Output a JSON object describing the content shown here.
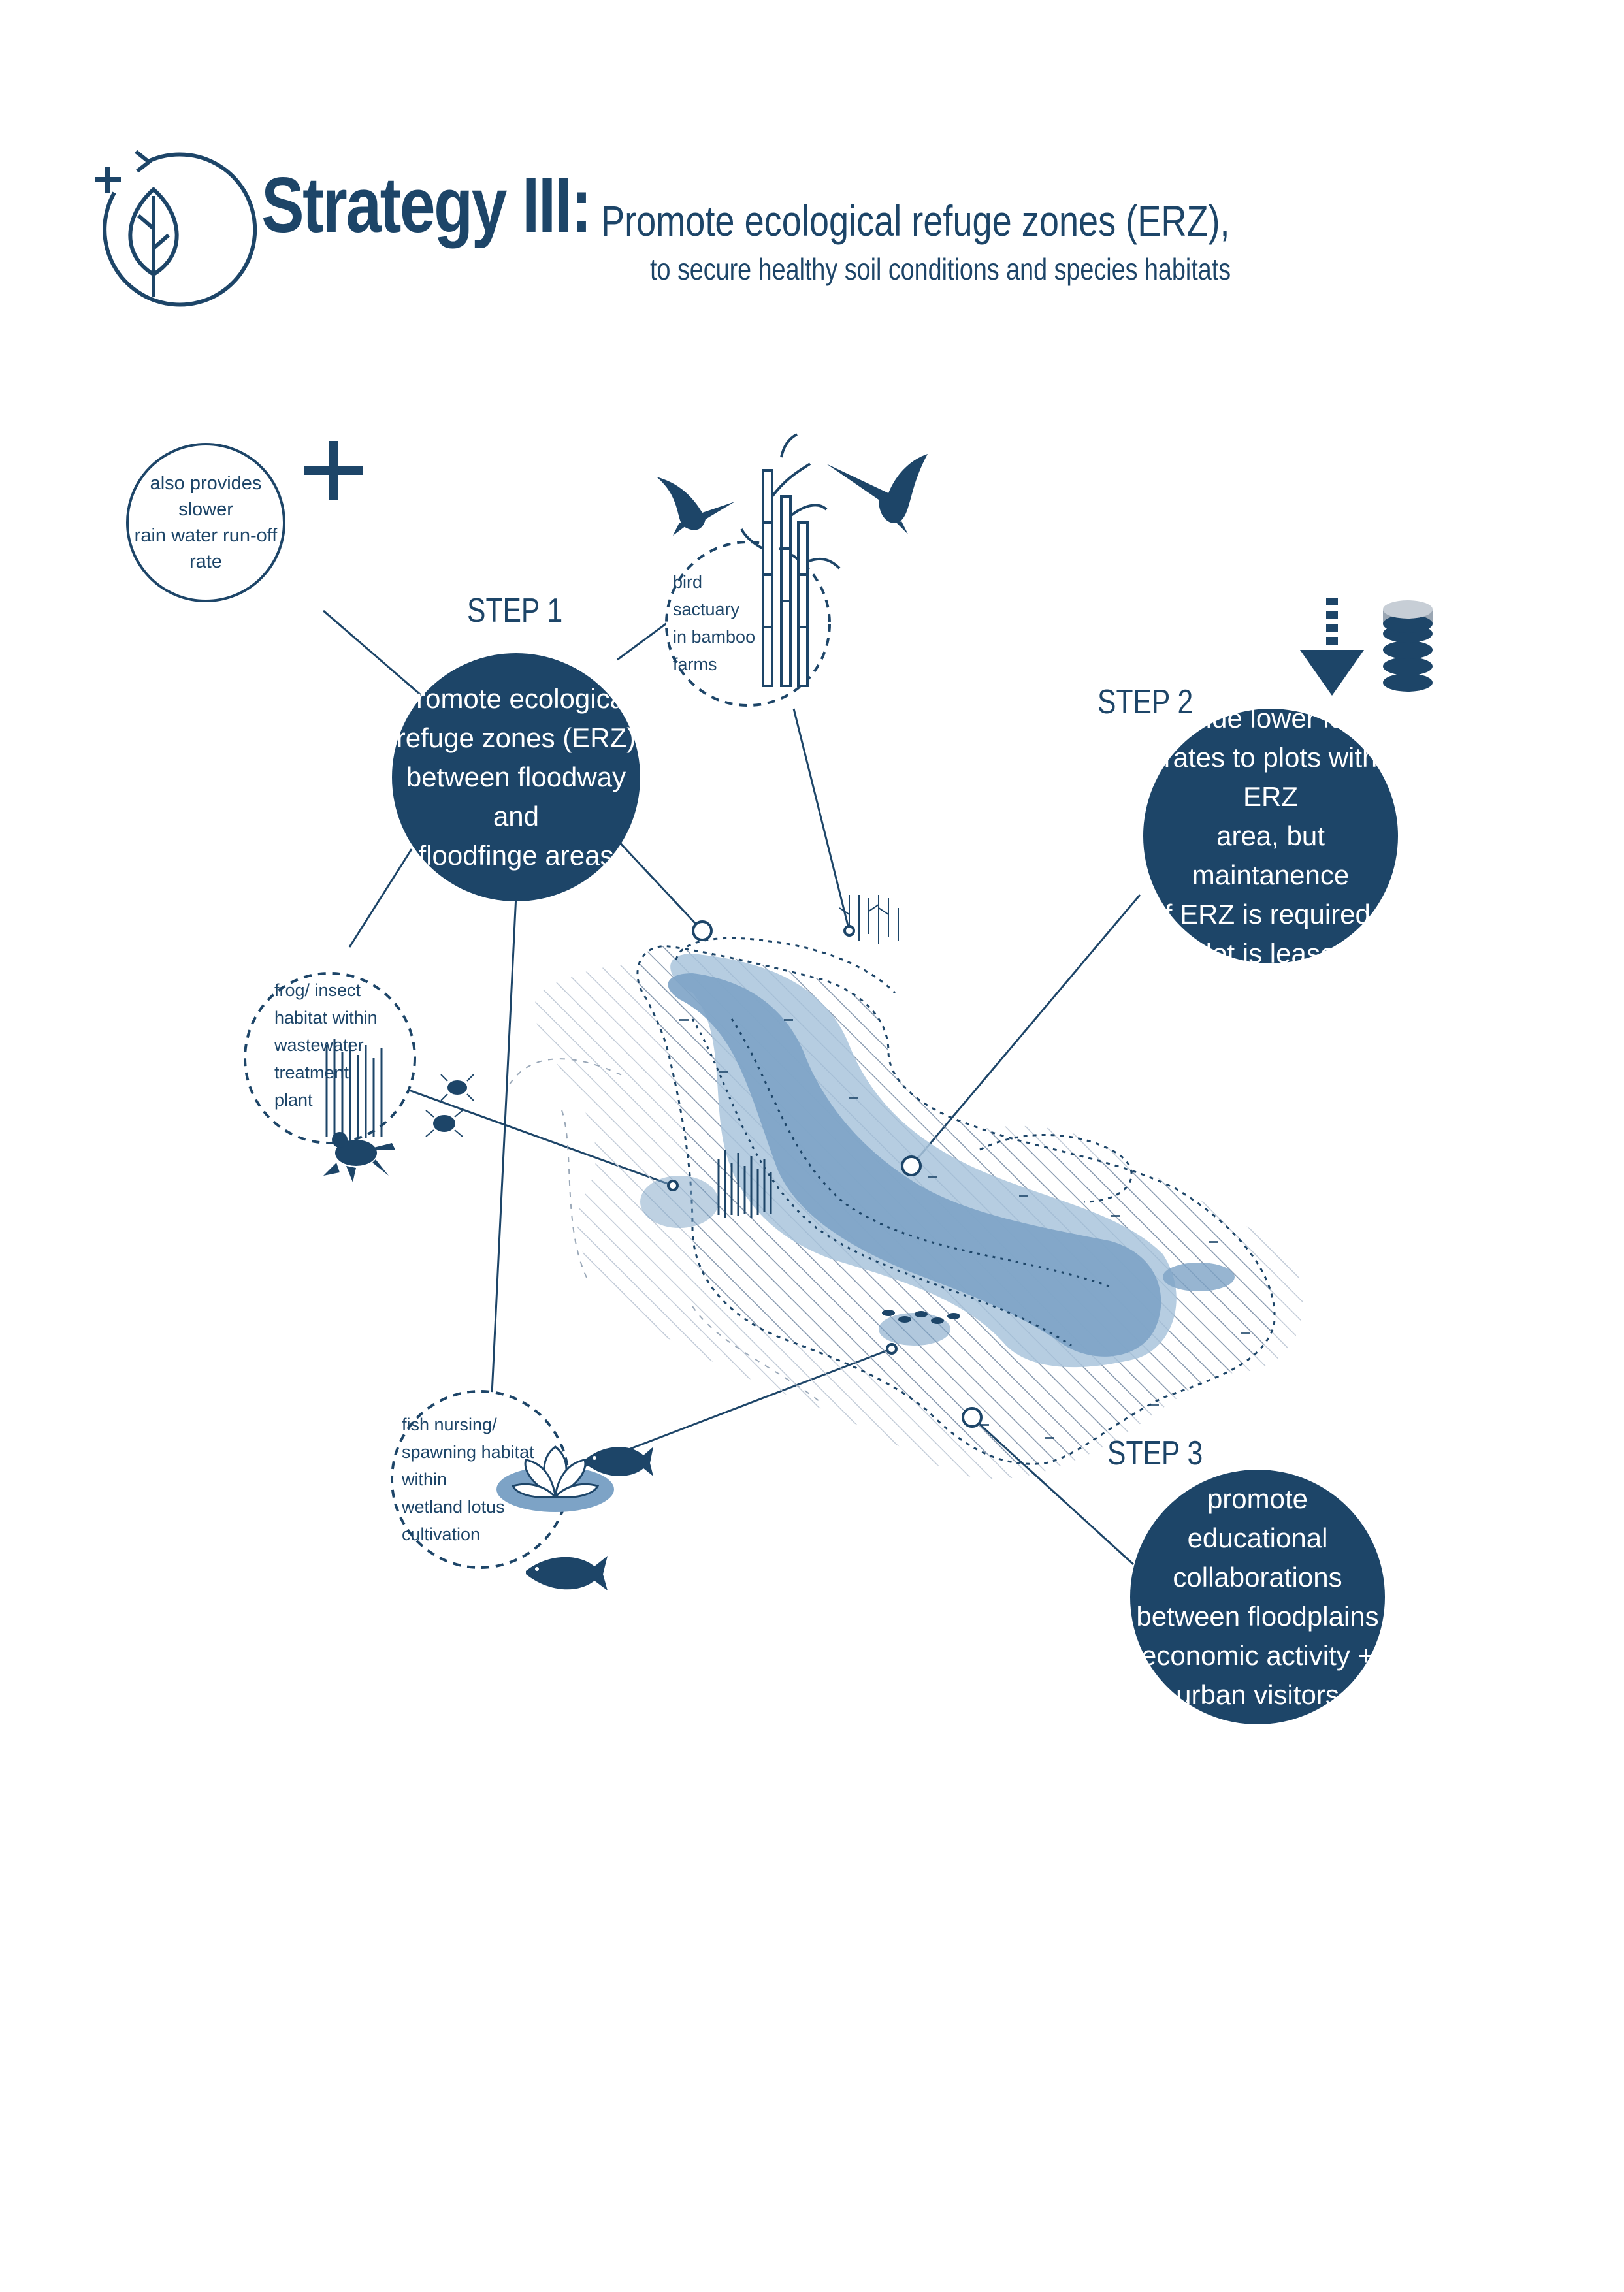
{
  "header": {
    "title": "Strategy III:",
    "subtitle_line1": "Promote ecological refuge zones (ERZ),",
    "subtitle_line2": "to secure healthy soil conditions and species habitats"
  },
  "steps": [
    {
      "label": "STEP 1",
      "text": "promote ecological\nrefuge zones (ERZ)\nbetween floodway and\nfloodfinge areas"
    },
    {
      "label": "STEP 2",
      "text": "provide lower lease\nrates to plots with ERZ\narea, but maintanence\nof ERZ is required if\nplot is leased"
    },
    {
      "label": "STEP 3",
      "text": "promote educational\ncollaborations\nbetween floodplains\neconomic activity +\nurban visitors"
    }
  ],
  "benefit": {
    "text": "also provides slower\nrain water run-off rate"
  },
  "habitats": [
    {
      "text": "bird\nsactuary\nin bamboo\nfarms"
    },
    {
      "text": "frog/ insect\nhabitat within\nwastewater\ntreatment\nplant"
    },
    {
      "text": "fish nursing/\nspawning habitat\nwithin\nwetland lotus\ncultivation"
    }
  ],
  "colors": {
    "navy": "#1d4568",
    "river": "#7da3c6",
    "river_light": "#a9c4dc",
    "hatch": "#8a9bb0"
  },
  "icons": [
    "leaf-cycle-icon",
    "plus-icon",
    "hummingbird-icon",
    "bamboo-icon",
    "down-arrow-icon",
    "coin-stack-icon",
    "frog-icon",
    "insect-icon",
    "fish-icon",
    "lotus-icon"
  ]
}
